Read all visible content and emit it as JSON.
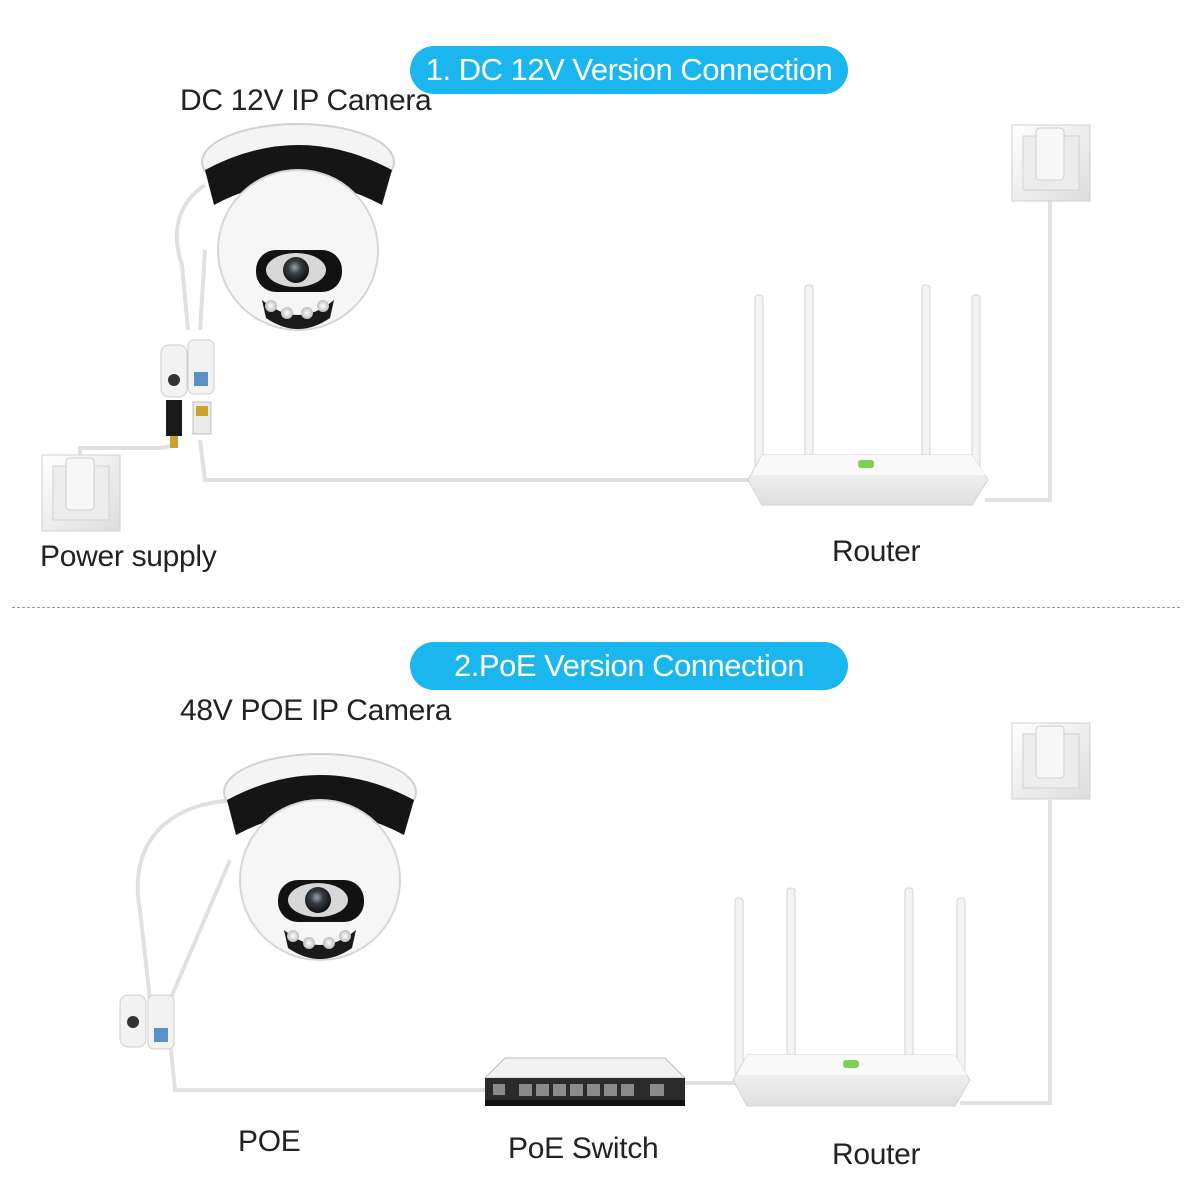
{
  "section1": {
    "title": "1. DC 12V Version Connection",
    "camera_label": "DC 12V IP Camera",
    "power_label": "Power supply",
    "router_label": "Router"
  },
  "section2": {
    "title": "2.PoE Version Connection",
    "camera_label": "48V POE IP Camera",
    "poe_label": "POE",
    "switch_label": "PoE Switch",
    "router_label": "Router"
  },
  "colors": {
    "accent": "#1bb6ee",
    "cable": "#e2e2e2",
    "device": "#f1f1f1"
  }
}
